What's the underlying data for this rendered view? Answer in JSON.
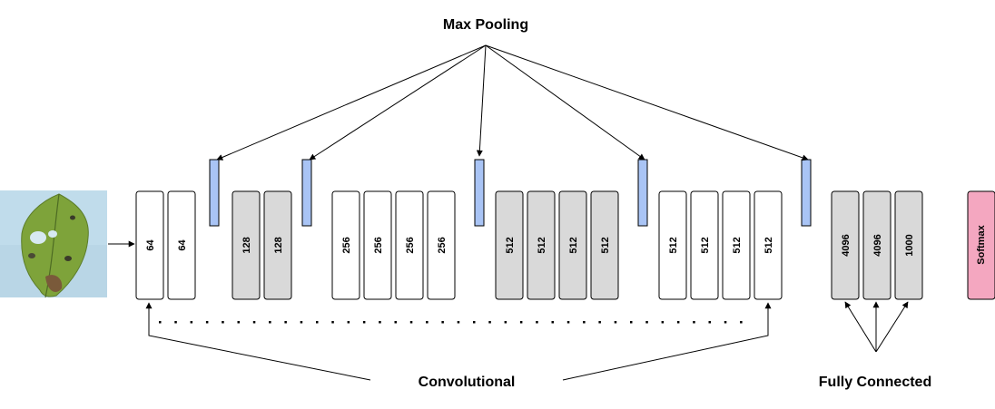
{
  "diagram": {
    "title": "Max Pooling",
    "conv_label": "Convolutional",
    "fc_label": "Fully Connected",
    "input_image": "leaf-photo",
    "colors": {
      "white_block": "#ffffff",
      "gray_block": "#d9d9d9",
      "pool_block": "#a9c4f5",
      "softmax_block": "#f4a7c0",
      "stroke": "#000000"
    },
    "conv_blocks": [
      {
        "label": "64",
        "fill": "white"
      },
      {
        "label": "64",
        "fill": "white"
      },
      {
        "label": "128",
        "fill": "gray"
      },
      {
        "label": "128",
        "fill": "gray"
      },
      {
        "label": "256",
        "fill": "white"
      },
      {
        "label": "256",
        "fill": "white"
      },
      {
        "label": "256",
        "fill": "white"
      },
      {
        "label": "256",
        "fill": "white"
      },
      {
        "label": "512",
        "fill": "gray"
      },
      {
        "label": "512",
        "fill": "gray"
      },
      {
        "label": "512",
        "fill": "gray"
      },
      {
        "label": "512",
        "fill": "gray"
      },
      {
        "label": "512",
        "fill": "white"
      },
      {
        "label": "512",
        "fill": "white"
      },
      {
        "label": "512",
        "fill": "white"
      },
      {
        "label": "512",
        "fill": "white"
      }
    ],
    "pool_layers": 5,
    "fc_blocks": [
      {
        "label": "4096"
      },
      {
        "label": "4096"
      },
      {
        "label": "1000"
      }
    ],
    "softmax_label": "Softmax"
  }
}
